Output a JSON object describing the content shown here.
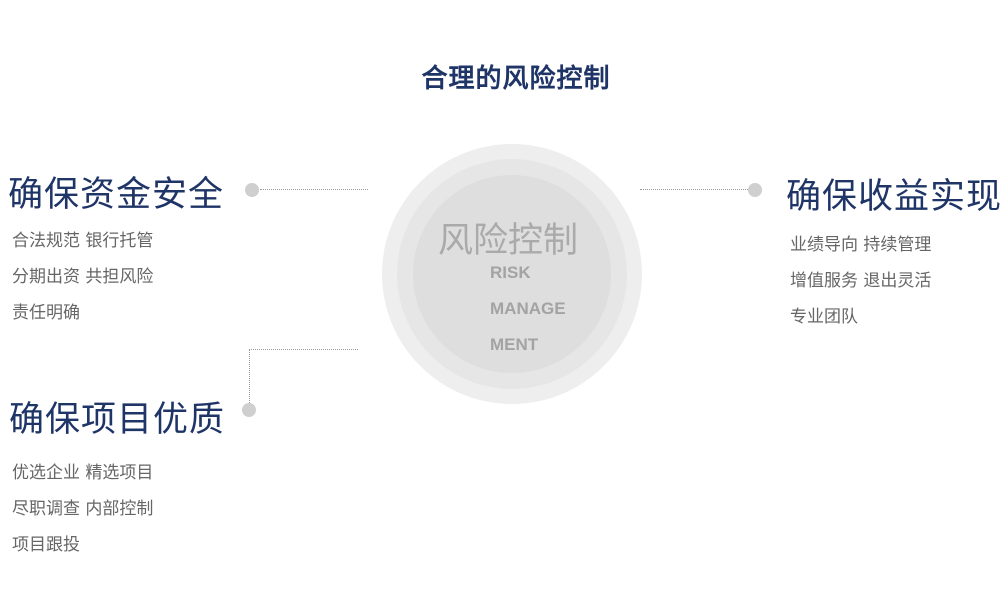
{
  "title": "合理的风险控制",
  "center": {
    "title": "风险控制",
    "en_lines": [
      "RISK",
      "MANAGE",
      "MENT"
    ]
  },
  "blocks": {
    "safety": {
      "title": "确保资金安全",
      "items": [
        "合法规范 银行托管",
        "分期出资 共担风险",
        "责任明确"
      ]
    },
    "quality": {
      "title": "确保项目优质",
      "items": [
        "优选企业 精选项目",
        "尽职调查 内部控制",
        "项目跟投"
      ]
    },
    "returns": {
      "title": "确保收益实现",
      "items": [
        "业绩导向 持续管理",
        "增值服务 退出灵活",
        "专业团队"
      ]
    }
  }
}
